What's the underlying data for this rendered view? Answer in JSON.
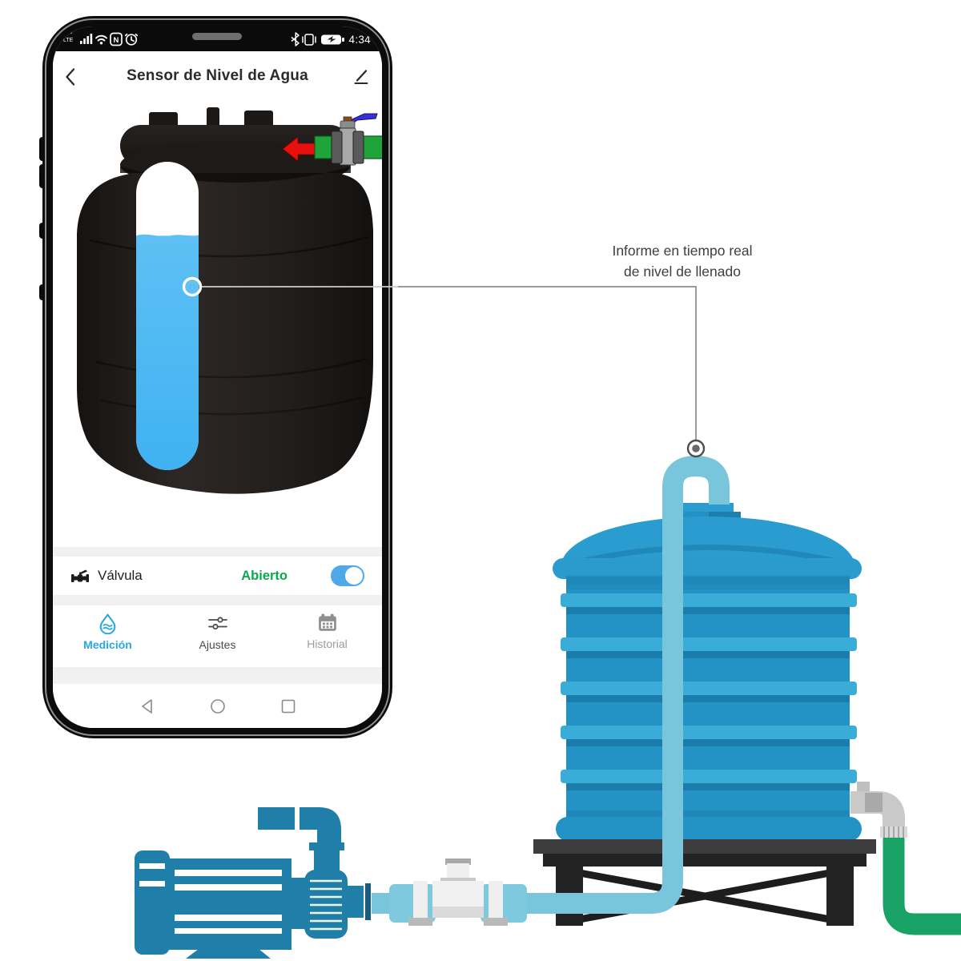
{
  "phone": {
    "status_bar": {
      "time": "4:34",
      "left_icons": [
        "lte",
        "signal-strength",
        "wifi",
        "nfc",
        "alarm-clock"
      ],
      "right_icons": [
        "bluetooth",
        "vibrate-mode",
        "battery-charging"
      ]
    },
    "header": {
      "title": "Sensor de Nivel de Agua",
      "back_icon": "chevron-left",
      "edit_icon": "pencil"
    },
    "tank_display": {
      "water_level_percent": 76,
      "water_color": "#4FB8F2",
      "inlet_icon": "ball-valve-with-red-arrow"
    },
    "valve_row": {
      "icon": "valve",
      "label": "Válvula",
      "status": "Abierto",
      "status_color": "#09A84E",
      "toggle_on": true,
      "toggle_color": "#4FA9E9"
    },
    "tabs": [
      {
        "icon": "water-drop",
        "label": "Medición",
        "active": true,
        "active_color": "#29A8E0"
      },
      {
        "icon": "sliders",
        "label": "Ajustes",
        "active": false
      },
      {
        "icon": "calendar",
        "label": "Historial",
        "active": false
      }
    ],
    "nav_buttons": [
      "back-triangle",
      "home-circle",
      "recents-square"
    ]
  },
  "annotation": {
    "line1": "Informe en tiempo real",
    "line2": "de nivel de llenado",
    "color": "#3E3E3E"
  },
  "diagram": {
    "tank_body_color": "#2392C5",
    "tank_rib_color": "#3AACD8",
    "tank_shadow_color": "#1B7DAC",
    "sensor_pipe_color": "#79C5DB",
    "outlet_pipe_color": "#19A266",
    "pump_color": "#1F7FA9",
    "stand_color": "#232323",
    "connector_line_color": "#8C8C8C"
  }
}
